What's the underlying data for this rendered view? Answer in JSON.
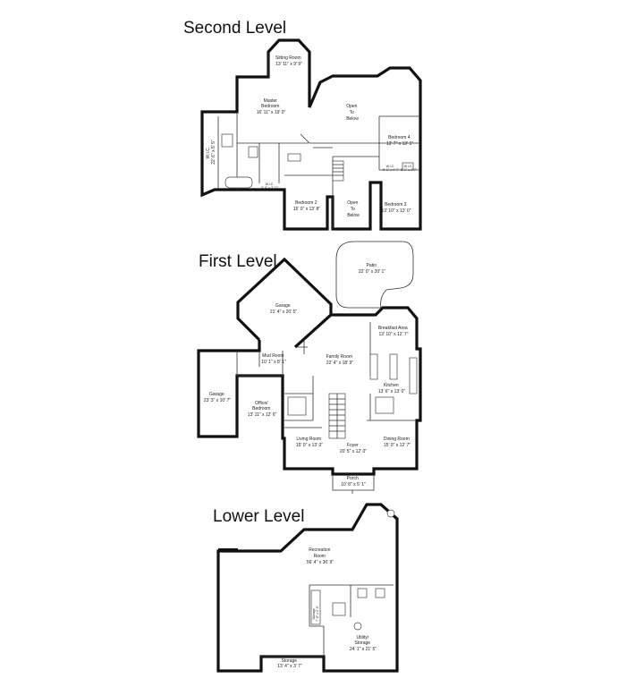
{
  "levels": {
    "second": {
      "title": "Second Level",
      "rooms": [
        {
          "id": "sitting-room",
          "lines": [
            "Sitting Room",
            "13' 11\" x 9' 9\""
          ]
        },
        {
          "id": "master-bedroom",
          "lines": [
            "Master",
            "Bedroom",
            "16' 11\" x 19' 0\""
          ]
        },
        {
          "id": "open-to-below-1",
          "lines": [
            "Open",
            "To",
            "Below"
          ]
        },
        {
          "id": "bedroom-4",
          "lines": [
            "Bedroom 4",
            "13' 7\" x 13' 1\""
          ]
        },
        {
          "id": "wic-master",
          "lines": [
            "W.I.C.",
            "22' 6\" x 5' 5\""
          ]
        },
        {
          "id": "wic-small-1",
          "lines": [
            "W.I.C.",
            "5' 0\" x 3' 11\""
          ]
        },
        {
          "id": "wic-small-2",
          "lines": [
            "W.I.C.",
            "5' 1\" x 4' 7\""
          ]
        },
        {
          "id": "wic-small-3",
          "lines": [
            "W.I.C.",
            "5' 1\" x 4' 7\""
          ]
        },
        {
          "id": "bedroom-2",
          "lines": [
            "Bedroom 2",
            "15' 0\" x 13' 8\""
          ]
        },
        {
          "id": "open-to-below-2",
          "lines": [
            "Open",
            "To",
            "Below"
          ]
        },
        {
          "id": "bedroom-3",
          "lines": [
            "Bedroom 3",
            "13' 10\" x 13' 0\""
          ]
        }
      ]
    },
    "first": {
      "title": "First Level",
      "rooms": [
        {
          "id": "patio",
          "lines": [
            "Patio",
            "22' 0\" x 20' 1\""
          ]
        },
        {
          "id": "garage-angled",
          "lines": [
            "Garage",
            "21' 4\" x 20' 5\""
          ]
        },
        {
          "id": "breakfast-area",
          "lines": [
            "Breakfast Area",
            "13' 10\" x 12' 7\""
          ]
        },
        {
          "id": "mud-room",
          "lines": [
            "Mud Room",
            "10' 1\" x 8' 1\""
          ]
        },
        {
          "id": "family-room",
          "lines": [
            "Family Room",
            "22' 4\" x 18' 9\""
          ]
        },
        {
          "id": "garage-side",
          "lines": [
            "Garage",
            "23' 3\" x 10' 7\""
          ]
        },
        {
          "id": "office-bedroom",
          "lines": [
            "Office/",
            "Bedroom",
            "13' 11\" x 12' 6\""
          ]
        },
        {
          "id": "kitchen",
          "lines": [
            "Kitchen",
            "13' 6\" x 13' 0\""
          ]
        },
        {
          "id": "living-room",
          "lines": [
            "Living Room",
            "15' 0\" x 13' 0\""
          ]
        },
        {
          "id": "foyer",
          "lines": [
            "Foyer",
            "20' 5\" x 12' 0\""
          ]
        },
        {
          "id": "dining-room",
          "lines": [
            "Dining Room",
            "15' 0\" x 12' 7\""
          ]
        },
        {
          "id": "porch",
          "lines": [
            "Porch",
            "10' 8\" x 5' 1\""
          ]
        }
      ]
    },
    "lower": {
      "title": "Lower Level",
      "rooms": [
        {
          "id": "recreation-room",
          "lines": [
            "Recreation",
            "Room",
            "56' 4\" x 36' 9\""
          ]
        },
        {
          "id": "storage-small",
          "lines": [
            "Storage",
            "7' 8\" x 4' 3\""
          ]
        },
        {
          "id": "utility-storage",
          "lines": [
            "Utility/",
            "Storage",
            "24' 1\" x 21' 5\""
          ]
        },
        {
          "id": "storage-bottom",
          "lines": [
            "Storage",
            "13' 4\" x 3' 7\""
          ]
        }
      ]
    }
  }
}
